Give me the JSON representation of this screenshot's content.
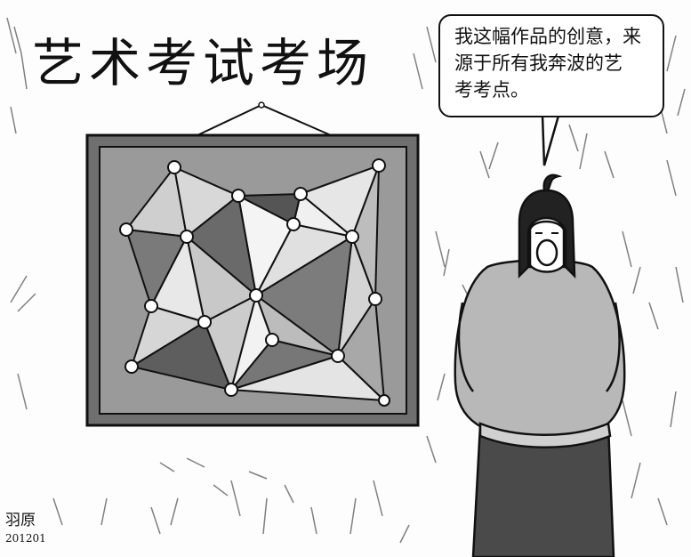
{
  "cartoon": {
    "title": "艺术考试考场",
    "speech": {
      "lines": [
        "我这幅作品的创意，来",
        "源于所有我奔波的艺",
        "考考点。"
      ]
    },
    "signature": {
      "name": "羽原",
      "date": "201201"
    }
  },
  "colors": {
    "ink": "#111111",
    "frame": "#7a7a7a",
    "canvas_bg": "#9a9a9a",
    "background_texture": "#e8e8e8",
    "sweater": "#b5b5b5",
    "pants": "#4a4a4a"
  }
}
